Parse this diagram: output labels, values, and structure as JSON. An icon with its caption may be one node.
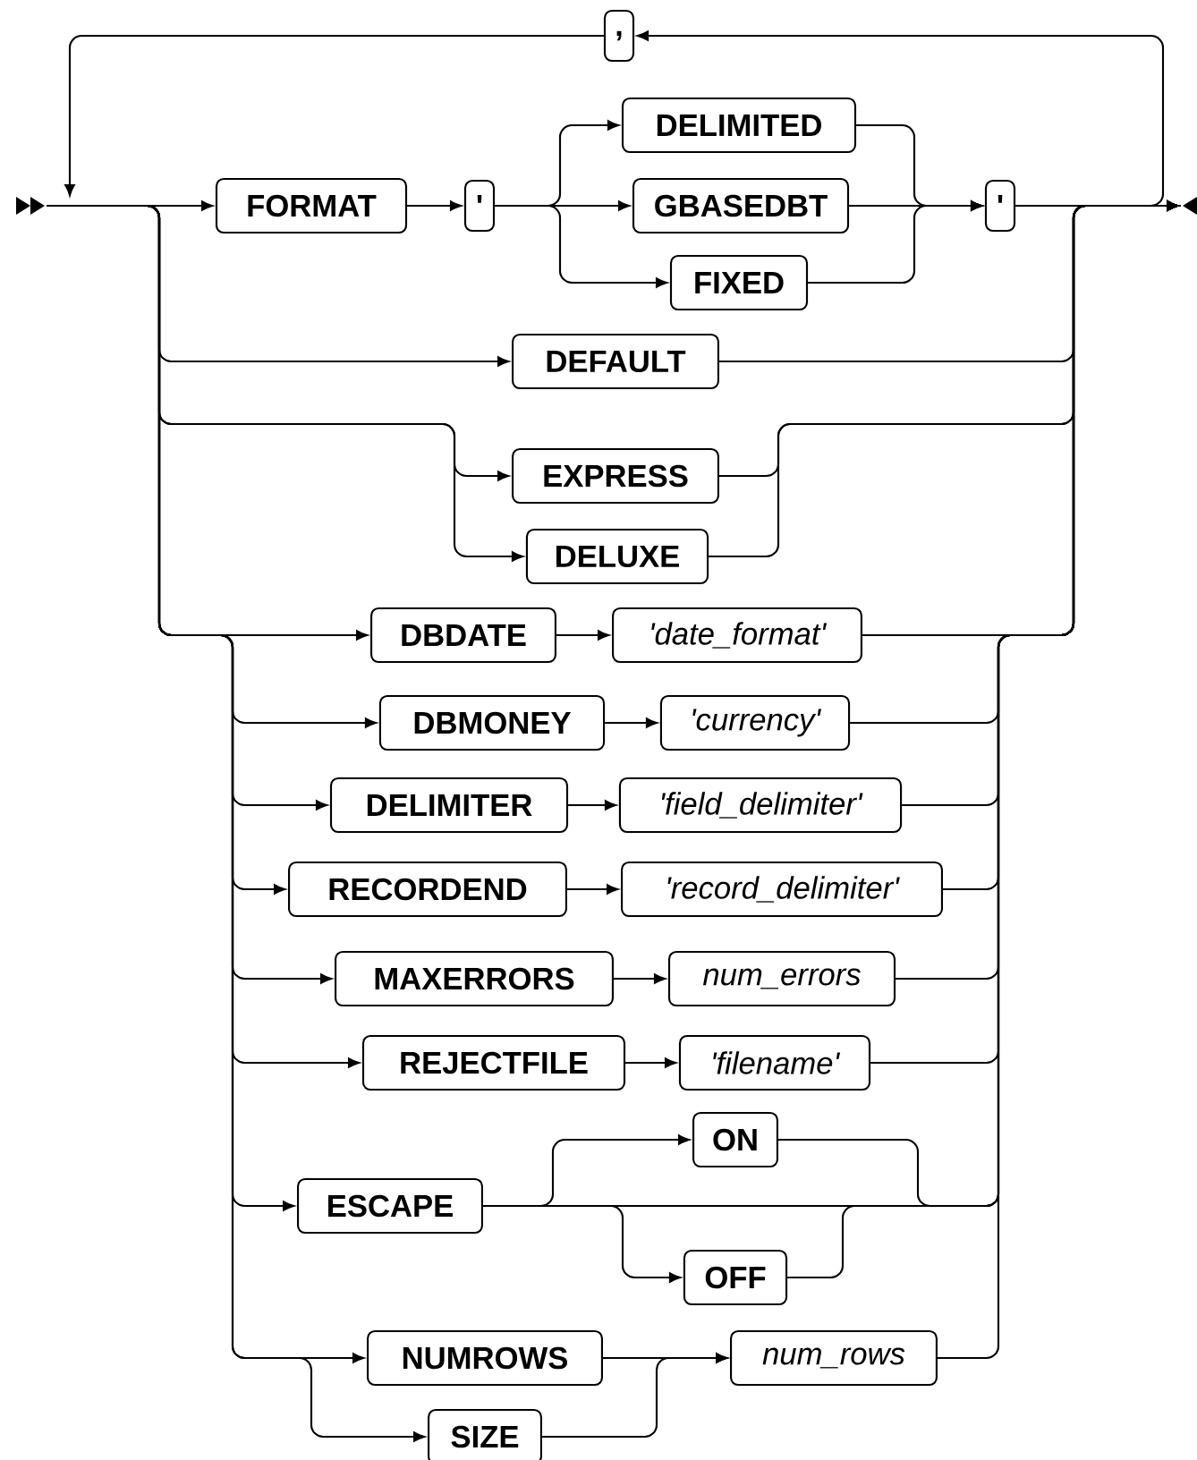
{
  "diagram": {
    "nodes": [
      {
        "text": [
          ","
        ]
      },
      {
        "text": [
          "FORMAT"
        ]
      },
      {
        "text": [
          "'"
        ]
      },
      {
        "text": [
          "DELIMITED"
        ]
      },
      {
        "text": [
          "GBASEDBT"
        ]
      },
      {
        "text": [
          "FIXED"
        ]
      },
      {
        "text": [
          "'"
        ]
      },
      {
        "text": [
          "DEFAULT"
        ]
      },
      {
        "text": [
          "EXPRESS"
        ]
      },
      {
        "text": [
          "DELUXE"
        ]
      },
      {
        "text": [
          "DBDATE"
        ]
      },
      {
        "text": [
          "'date_format'"
        ]
      },
      {
        "text": [
          "DBMONEY"
        ]
      },
      {
        "text": [
          "'currency'"
        ]
      },
      {
        "text": [
          "DELIMITER"
        ]
      },
      {
        "text": [
          "'field_delimiter'"
        ]
      },
      {
        "text": [
          "RECORDEND"
        ]
      },
      {
        "text": [
          "'record_delimiter'"
        ]
      },
      {
        "text": [
          "MAXERRORS"
        ]
      },
      {
        "text": [
          "num_errors"
        ]
      },
      {
        "text": [
          "REJECTFILE"
        ]
      },
      {
        "text": [
          "'filename'"
        ]
      },
      {
        "text": [
          "ESCAPE"
        ]
      },
      {
        "text": [
          "ON"
        ]
      },
      {
        "text": [
          "OFF"
        ]
      },
      {
        "text": [
          "NUMROWS"
        ]
      },
      {
        "text": [
          "SIZE"
        ]
      },
      {
        "text": [
          "num_rows"
        ]
      }
    ],
    "edges": [
      {
        "from": 1,
        "to": 2,
        "arrow": "to"
      },
      {
        "from": 2,
        "to": 3,
        "arrow": "to"
      },
      {
        "from": 2,
        "to": 4,
        "arrow": "to"
      },
      {
        "from": 2,
        "to": 5,
        "arrow": "to"
      },
      {
        "from": 3,
        "to": 6,
        "arrow": "to"
      },
      {
        "from": 4,
        "to": 6,
        "arrow": "to"
      },
      {
        "from": 5,
        "to": 6,
        "arrow": "to"
      },
      {
        "from": 10,
        "to": 11,
        "arrow": "to"
      },
      {
        "from": 12,
        "to": 13,
        "arrow": "to"
      },
      {
        "from": 14,
        "to": 15,
        "arrow": "to"
      },
      {
        "from": 16,
        "to": 17,
        "arrow": "to"
      },
      {
        "from": 18,
        "to": 19,
        "arrow": "to"
      },
      {
        "from": 20,
        "to": 21,
        "arrow": "to"
      },
      {
        "from": 22,
        "to": 23,
        "arrow": "to"
      },
      {
        "from": 22,
        "to": 24,
        "arrow": "to"
      },
      {
        "from": 25,
        "to": 27,
        "arrow": "to"
      },
      {
        "from": 26,
        "to": 27,
        "arrow": "to"
      },
      {
        "from": null,
        "to": 1,
        "arrow": "to"
      },
      {
        "from": null,
        "to": 7,
        "arrow": "to"
      },
      {
        "from": null,
        "to": 8,
        "arrow": "to"
      },
      {
        "from": null,
        "to": 9,
        "arrow": "to"
      },
      {
        "from": null,
        "to": 10,
        "arrow": "to"
      },
      {
        "from": null,
        "to": 12,
        "arrow": "to"
      },
      {
        "from": null,
        "to": 14,
        "arrow": "to"
      },
      {
        "from": null,
        "to": 16,
        "arrow": "to"
      },
      {
        "from": null,
        "to": 18,
        "arrow": "to"
      },
      {
        "from": null,
        "to": 20,
        "arrow": "to"
      },
      {
        "from": null,
        "to": 22,
        "arrow": "to"
      },
      {
        "from": null,
        "to": 25,
        "arrow": "to"
      },
      {
        "from": null,
        "to": 26,
        "arrow": "to"
      },
      {
        "from": 6,
        "to": null,
        "arrow": "to"
      },
      {
        "from": 7,
        "to": null,
        "arrow": "to"
      },
      {
        "from": 8,
        "to": null,
        "arrow": "to"
      },
      {
        "from": 9,
        "to": null,
        "arrow": "to"
      },
      {
        "from": 11,
        "to": null,
        "arrow": "to"
      },
      {
        "from": 13,
        "to": null,
        "arrow": "to"
      },
      {
        "from": 15,
        "to": null,
        "arrow": "to"
      },
      {
        "from": 17,
        "to": null,
        "arrow": "to"
      },
      {
        "from": 19,
        "to": null,
        "arrow": "to"
      },
      {
        "from": 21,
        "to": null,
        "arrow": "to"
      },
      {
        "from": 22,
        "to": null,
        "arrow": "to"
      },
      {
        "from": 23,
        "to": null,
        "arrow": "to"
      },
      {
        "from": 24,
        "to": null,
        "arrow": "to"
      },
      {
        "from": 27,
        "to": null,
        "arrow": "to"
      },
      {
        "from": null,
        "to": 0,
        "arrow": "to"
      },
      {
        "from": 0,
        "to": null,
        "arrow": "to"
      }
    ]
  }
}
